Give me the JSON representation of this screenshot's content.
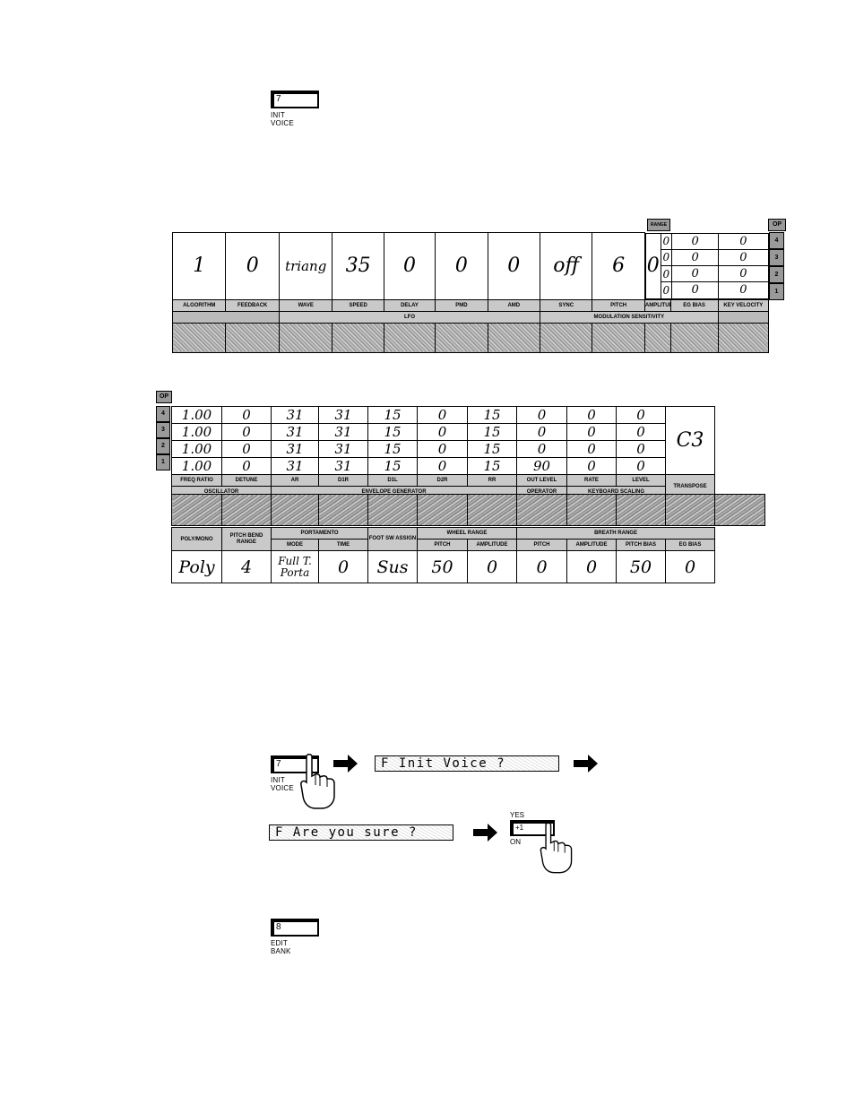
{
  "buttons": {
    "init_voice": {
      "number": "7",
      "line1": "INIT",
      "line2": "VOICE"
    },
    "edit_bank": {
      "number": "8",
      "line1": "EDIT",
      "line2": "BANK"
    },
    "yes_on": {
      "top": "YES",
      "value": "+1",
      "bottom": "ON"
    }
  },
  "voice_table": {
    "range_label": "RANGE",
    "op_label": "OP",
    "values": [
      "1",
      "0",
      "triang",
      "35",
      "0",
      "0",
      "0",
      "off",
      "6",
      "0"
    ],
    "range_grid": [
      [
        "0",
        "0",
        "0"
      ],
      [
        "0",
        "0",
        "0"
      ],
      [
        "0",
        "0",
        "0"
      ],
      [
        "0",
        "0",
        "0"
      ]
    ],
    "op_tags": [
      "4",
      "3",
      "2",
      "1"
    ],
    "headers": [
      "ALGORITHM",
      "FEEDBACK",
      "WAVE",
      "SPEED",
      "DELAY",
      "PMD",
      "AMD",
      "SYNC",
      "PITCH",
      "AMPLITUDE",
      "EG BIAS",
      "KEY VELOCITY"
    ],
    "subheaders": {
      "lfo": "LFO",
      "modsens": "MODULATION SENSITIVITY"
    },
    "row_tag": "LFO"
  },
  "op_table": {
    "op_label": "OP",
    "op_tags": [
      "4",
      "3",
      "2",
      "1"
    ],
    "rows": [
      [
        "1.00",
        "0",
        "31",
        "31",
        "15",
        "0",
        "15",
        "0",
        "0",
        "0"
      ],
      [
        "1.00",
        "0",
        "31",
        "31",
        "15",
        "0",
        "15",
        "0",
        "0",
        "0"
      ],
      [
        "1.00",
        "0",
        "31",
        "31",
        "15",
        "0",
        "15",
        "0",
        "0",
        "0"
      ],
      [
        "1.00",
        "0",
        "31",
        "31",
        "15",
        "0",
        "15",
        "90",
        "0",
        "0"
      ]
    ],
    "transpose": "C3",
    "headers": [
      "FREQ RATIO",
      "DETUNE",
      "AR",
      "D1R",
      "D1L",
      "D2R",
      "RR",
      "OUT LEVEL",
      "RATE",
      "LEVEL",
      "TRANSPOSE"
    ],
    "subheaders": {
      "osc": "OSCILLATOR",
      "eg": "ENVELOPE GENERATOR",
      "op": "OPERATOR",
      "ks": "KEYBOARD SCALING"
    }
  },
  "func_table": {
    "headers": [
      "POLY/MONO",
      "PITCH BEND RANGE",
      "MODE",
      "TIME",
      "FOOT SW ASSIGN",
      "PITCH",
      "AMPLITUDE",
      "PITCH",
      "AMPLITUDE",
      "PITCH BIAS",
      "EG BIAS"
    ],
    "subheaders": {
      "porta": "PORTAMENTO",
      "wheel": "WHEEL RANGE",
      "breath": "BREATH RANGE"
    },
    "values": [
      "Poly",
      "4",
      "Full T. Porta",
      "0",
      "Sus",
      "50",
      "0",
      "0",
      "0",
      "50",
      "0"
    ]
  },
  "sequence": {
    "lcd1": "F Init Voice ?",
    "lcd2": "F Are you sure ?"
  }
}
